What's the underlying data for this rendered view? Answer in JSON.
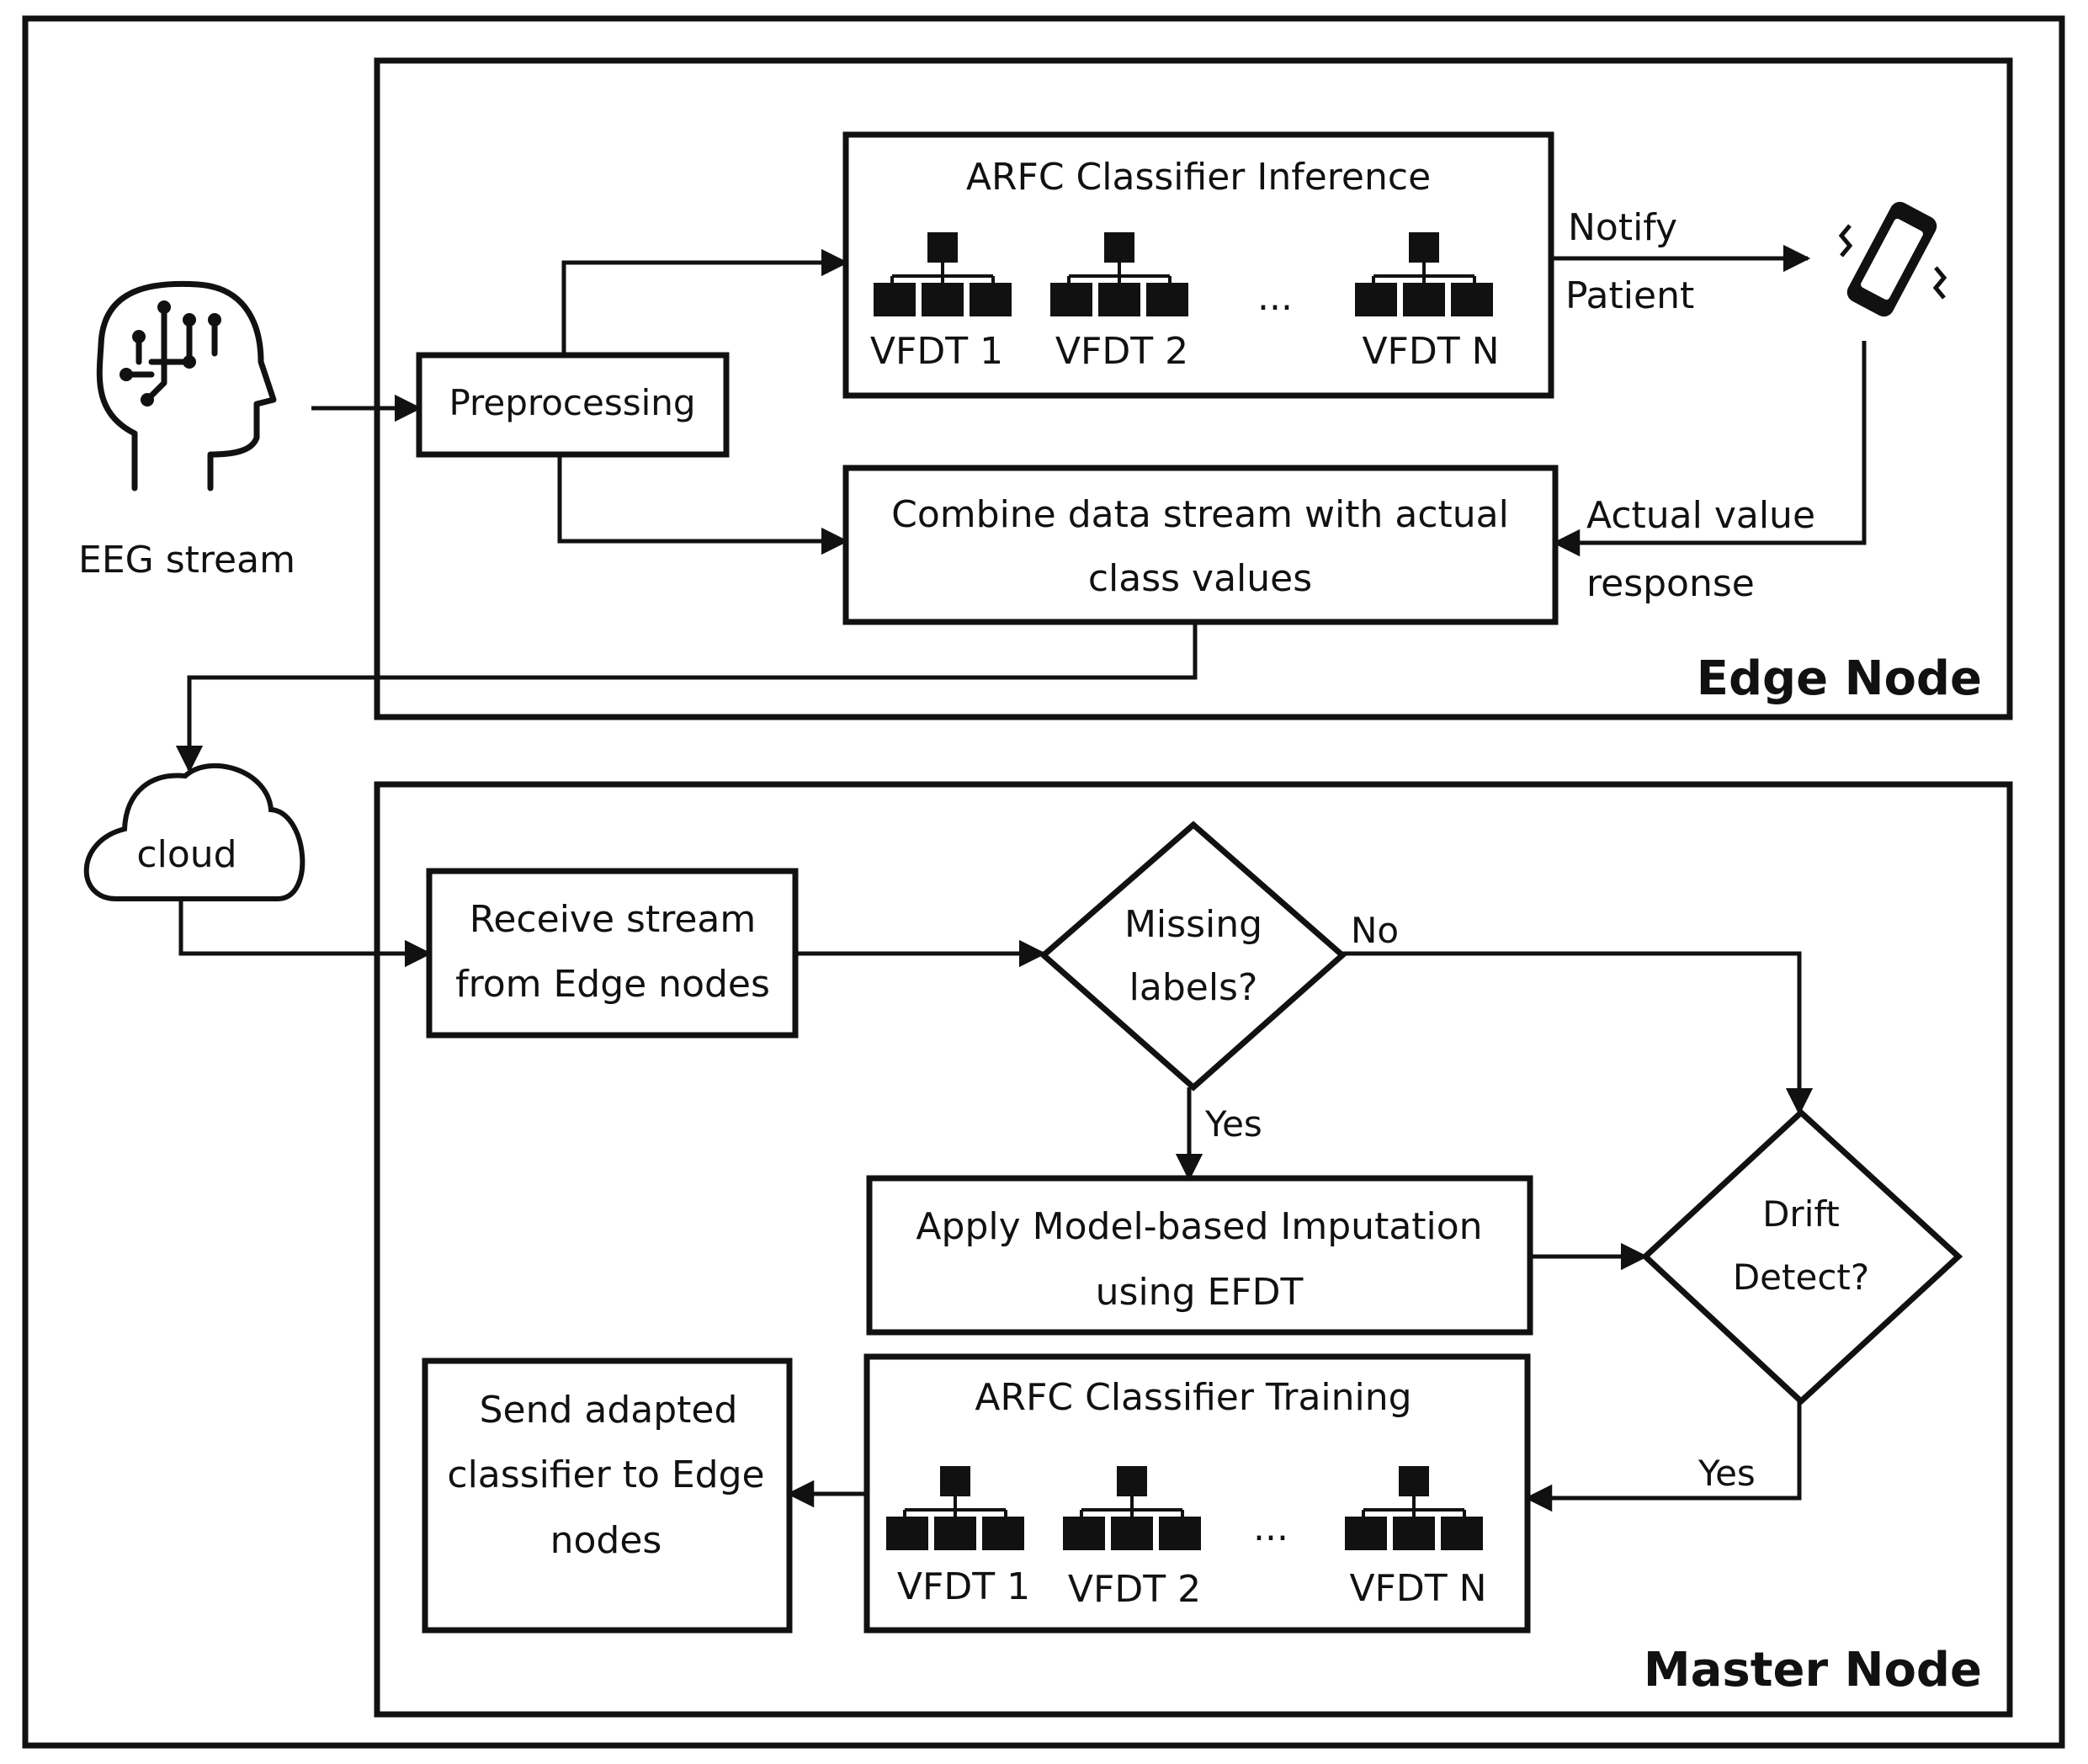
{
  "edge_node": {
    "title": "Edge Node",
    "eeg_label": "EEG stream",
    "preprocessing": "Preprocessing",
    "inference": {
      "title": "ARFC Classifier Inference",
      "trees": [
        "VFDT 1",
        "VFDT 2",
        "VFDT N"
      ],
      "ellipsis": "..."
    },
    "notify": [
      "Notify",
      "Patient"
    ],
    "combine": [
      "Combine data stream with actual",
      "class values"
    ],
    "actual": [
      "Actual value",
      "response"
    ]
  },
  "cloud_label": "cloud",
  "master_node": {
    "title": "Master Node",
    "receive": [
      "Receive stream",
      "from Edge nodes"
    ],
    "missing": [
      "Missing",
      "labels?"
    ],
    "no_label": "No",
    "yes_label_missing": "Yes",
    "impute": [
      "Apply Model-based Imputation",
      "using EFDT"
    ],
    "drift": [
      "Drift",
      "Detect?"
    ],
    "yes_label_drift": "Yes",
    "training": {
      "title": "ARFC Classifier Training",
      "trees": [
        "VFDT 1",
        "VFDT 2",
        "VFDT N"
      ],
      "ellipsis": "..."
    },
    "send": [
      "Send adapted",
      "classifier to Edge",
      "nodes"
    ]
  }
}
